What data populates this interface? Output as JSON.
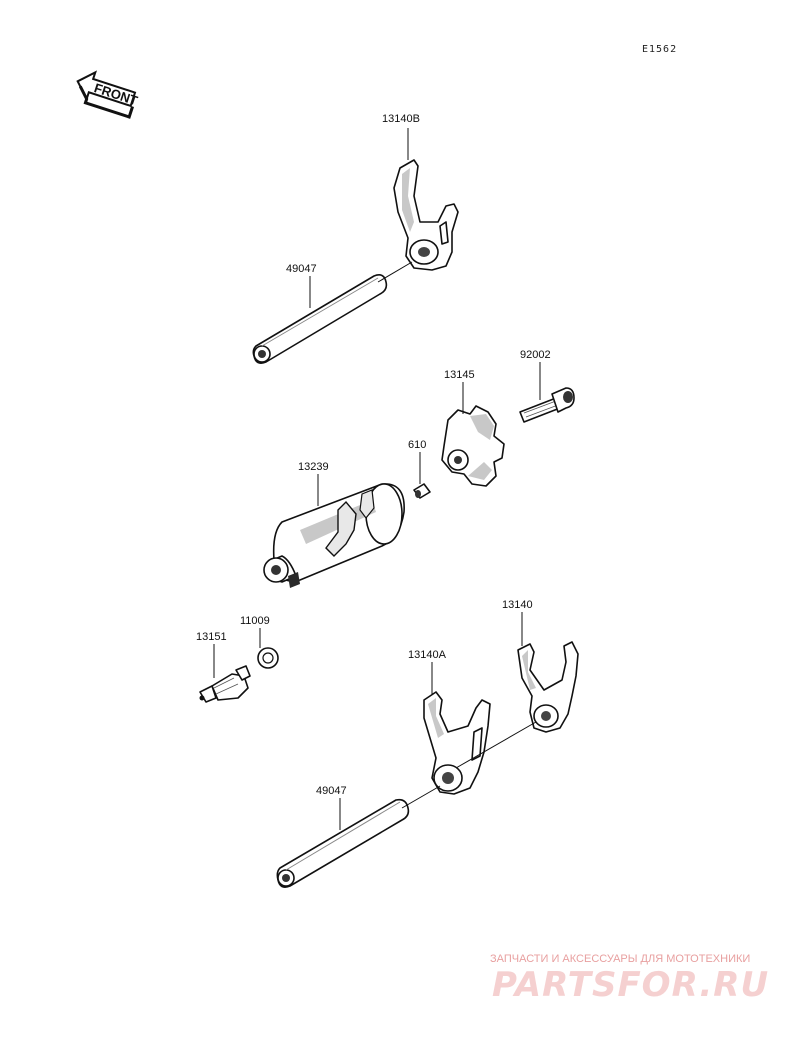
{
  "diagram_code": "E1562",
  "front_label": "FRONT",
  "parts": [
    {
      "id": "13140B",
      "label": "13140B"
    },
    {
      "id": "49047a",
      "label": "49047"
    },
    {
      "id": "92002",
      "label": "92002"
    },
    {
      "id": "13145",
      "label": "13145"
    },
    {
      "id": "610",
      "label": "610"
    },
    {
      "id": "13239",
      "label": "13239"
    },
    {
      "id": "11009",
      "label": "11009"
    },
    {
      "id": "13151",
      "label": "13151"
    },
    {
      "id": "13140",
      "label": "13140"
    },
    {
      "id": "13140A",
      "label": "13140A"
    },
    {
      "id": "49047b",
      "label": "49047"
    }
  ],
  "watermark": {
    "line1": "ЗАПЧАСТИ И АКСЕССУАРЫ ДЛЯ МОТОТЕХНИКИ",
    "line2": "PARTSFOR.RU"
  }
}
